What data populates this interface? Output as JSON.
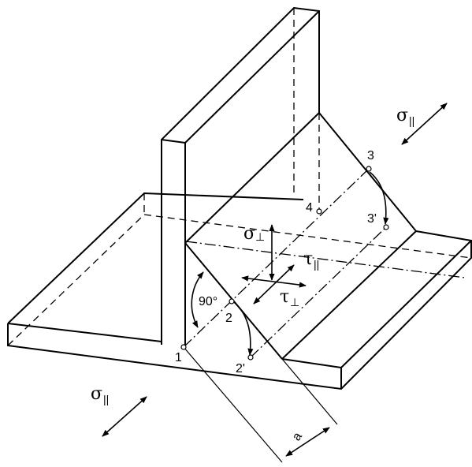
{
  "symbols": {
    "sigma_parallel_top": "σ",
    "sigma_parallel_top_sub": "||",
    "sigma_parallel_bottom": "σ",
    "sigma_parallel_bottom_sub": "||",
    "sigma_perp": "σ",
    "sigma_perp_sub": "⊥",
    "tau_parallel": "τ",
    "tau_parallel_sub": "||",
    "tau_perp": "τ",
    "tau_perp_sub": "⊥"
  },
  "points": {
    "p1": "1",
    "p2": "2",
    "p2prime": "2'",
    "p3": "3",
    "p3prime": "3'",
    "p4": "4"
  },
  "angle": "90°",
  "dimension": "a"
}
